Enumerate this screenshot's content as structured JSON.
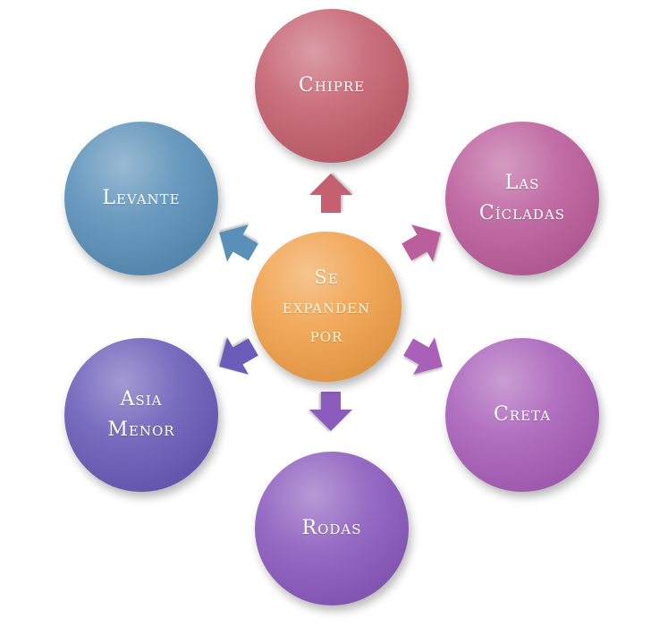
{
  "center": {
    "line1": "Se",
    "line2": "expanden",
    "line3": "por",
    "color": "#f0a04a"
  },
  "nodes": {
    "chipre": {
      "label": "Chipre",
      "color": "#c4606f"
    },
    "cicladas": {
      "line1": "Las",
      "line2": "Cícladas",
      "color": "#bb5e9c"
    },
    "creta": {
      "label": "Creta",
      "color": "#a960b9"
    },
    "rodas": {
      "label": "Rodas",
      "color": "#8b5bbd"
    },
    "asia": {
      "line1": "Asia",
      "line2": "Menor",
      "color": "#6a5cb8"
    },
    "levante": {
      "label": "Levante",
      "color": "#5a8fb8"
    }
  }
}
